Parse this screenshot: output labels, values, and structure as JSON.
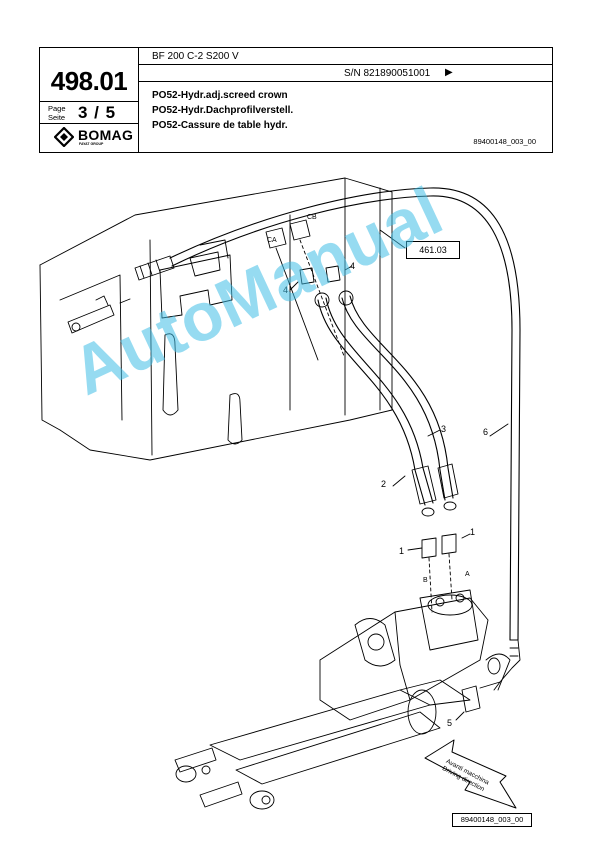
{
  "header": {
    "model": "BF 200 C-2 S200 V",
    "serial": "S/N 821890051001",
    "serial_arrow": "▶",
    "page_number": "498.01",
    "page_label_en": "Page",
    "page_label_de": "Seite",
    "page_value": "3 / 5",
    "brand": "BOMAG",
    "brand_sub": "FAYAT GROUP",
    "title_en": "PO52-Hydr.adj.screed crown",
    "title_de": "PO52-Hydr.Dachprofilverstell.",
    "title_fr": "PO52-Cassure de table hydr.",
    "doc_code": "89400148_003_00"
  },
  "drawing": {
    "callout_ref": "461.03",
    "labels": {
      "ca": "CA",
      "cb": "CB",
      "item_1a": "1",
      "item_1b": "1",
      "item_2": "2",
      "item_3": "3",
      "item_4a": "4",
      "item_4b": "4",
      "item_5": "5",
      "item_6": "6",
      "port_a": "A",
      "port_b": "B"
    },
    "direction_label_it": "Avanti macchina",
    "direction_label_en": "Driving direction",
    "watermark": "AutoManual",
    "footer_code": "89400148_003_00"
  }
}
